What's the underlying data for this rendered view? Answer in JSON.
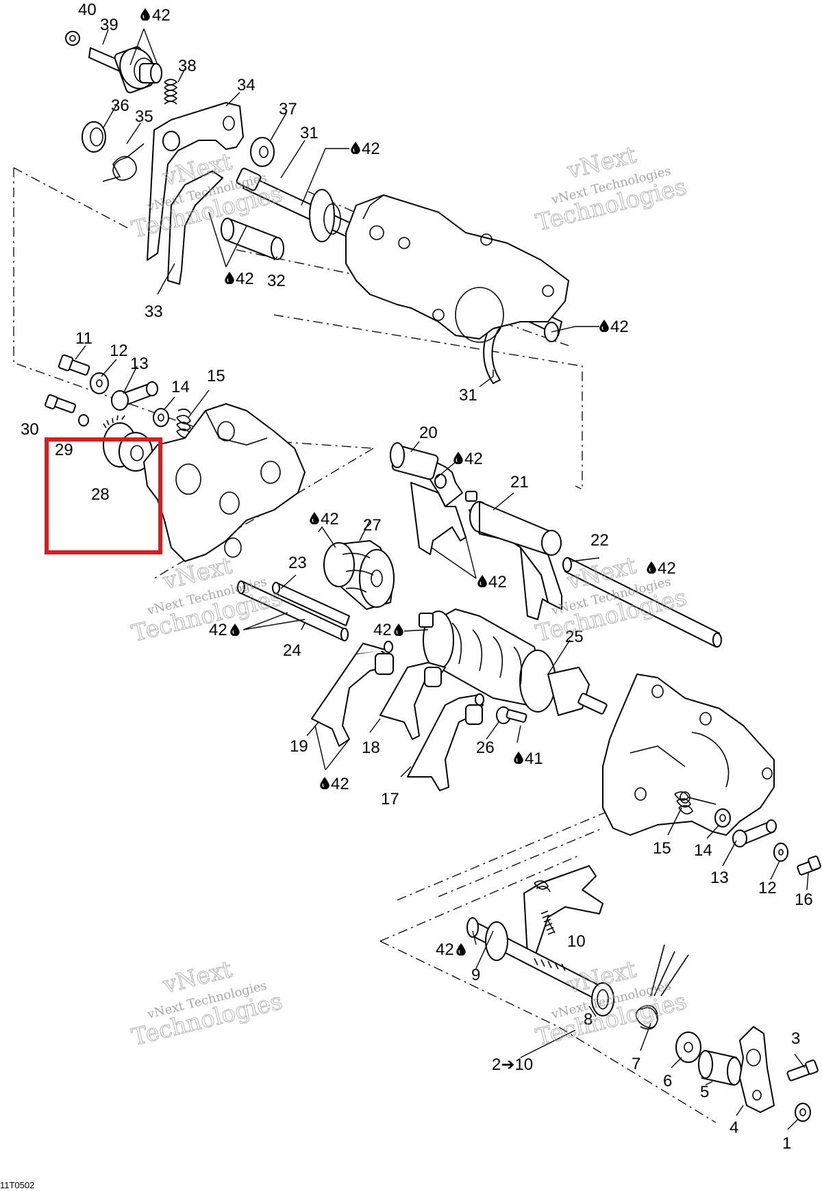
{
  "reference_code": "11T0502",
  "watermark": {
    "line1": "vNext",
    "line2": "vNext Technologies",
    "line3": "Technologies"
  },
  "lube_label": "42",
  "part_labels": {
    "p1": "1",
    "p2_10": "2➔10",
    "p3": "3",
    "p4": "4",
    "p5": "5",
    "p6": "6",
    "p7": "7",
    "p8": "8",
    "p9": "9",
    "p10": "10",
    "p11": "11",
    "p12": "12",
    "p12b": "12",
    "p13": "13",
    "p13b": "13",
    "p14": "14",
    "p14b": "14",
    "p15": "15",
    "p15b": "15",
    "p16": "16",
    "p17": "17",
    "p18": "18",
    "p19": "19",
    "p20": "20",
    "p21": "21",
    "p22": "22",
    "p23": "23",
    "p24": "24",
    "p25": "25",
    "p26": "26",
    "p27": "27",
    "p28": "28",
    "p29": "29",
    "p30": "30",
    "p31": "31",
    "p31b": "31",
    "p32": "32",
    "p33": "33",
    "p34": "34",
    "p35": "35",
    "p36": "36",
    "p37": "37",
    "p38": "38",
    "p39": "39",
    "p40": "40",
    "p41": "41"
  },
  "highlight": {
    "color": "#e0191b",
    "parts": [
      "29",
      "28"
    ]
  }
}
